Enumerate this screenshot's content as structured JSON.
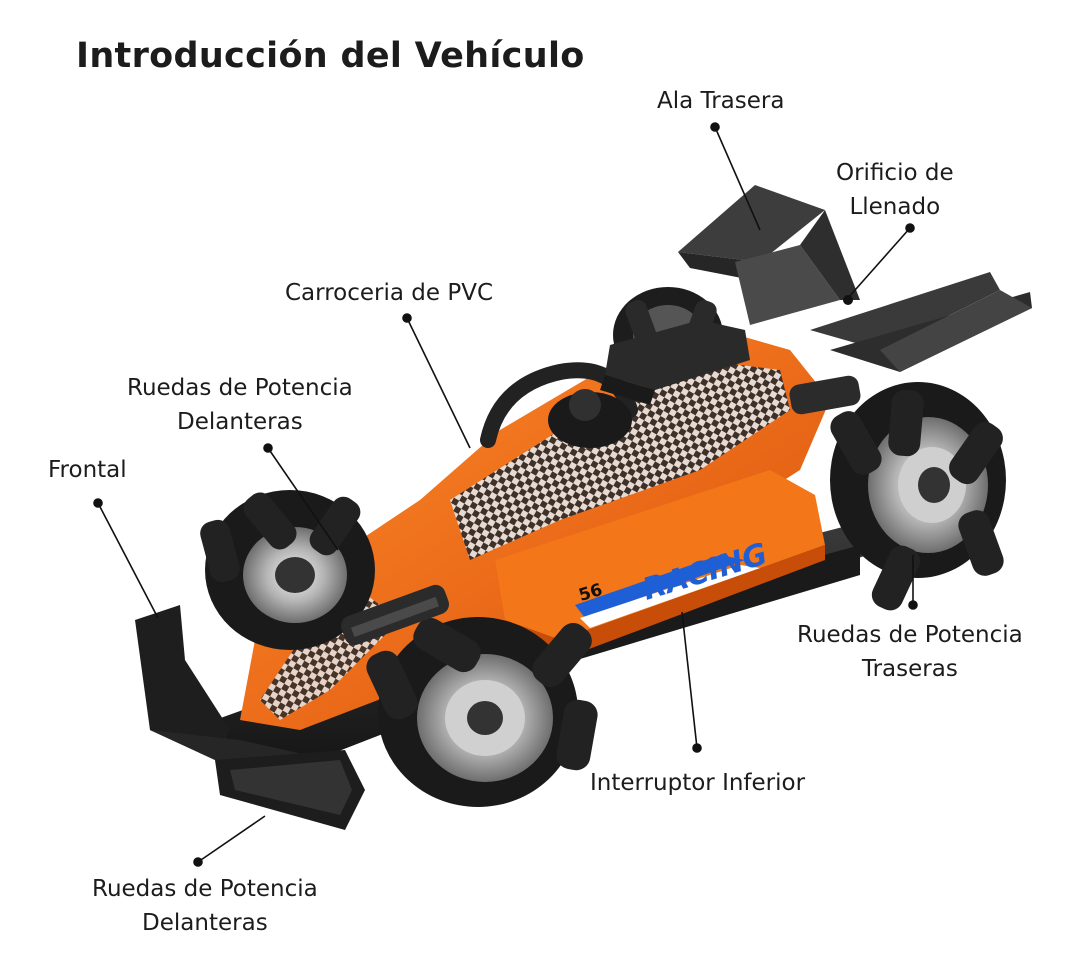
{
  "title": "Introducción del Vehículo",
  "labels": {
    "ala_trasera": "Ala Trasera",
    "orificio": [
      "Orificio de",
      "Llenado"
    ],
    "carroceria": "Carroceria de PVC",
    "ruedas_delanteras_top": [
      "Ruedas de Potencia",
      "Delanteras"
    ],
    "frontal": "Frontal",
    "ruedas_traseras": [
      "Ruedas de Potencia",
      "Traseras"
    ],
    "interruptor": "Interruptor Inferior",
    "ruedas_delanteras_bottom": [
      "Ruedas de Potencia",
      "Delanteras"
    ]
  },
  "car_graphics": {
    "racing_text": "RACING",
    "number": "56",
    "colors": {
      "body_orange": "#f26a12",
      "body_dark": "#1f1f1f",
      "wheel_silver": "#b9b9b9",
      "accent_blue": "#1f5fd6"
    }
  }
}
